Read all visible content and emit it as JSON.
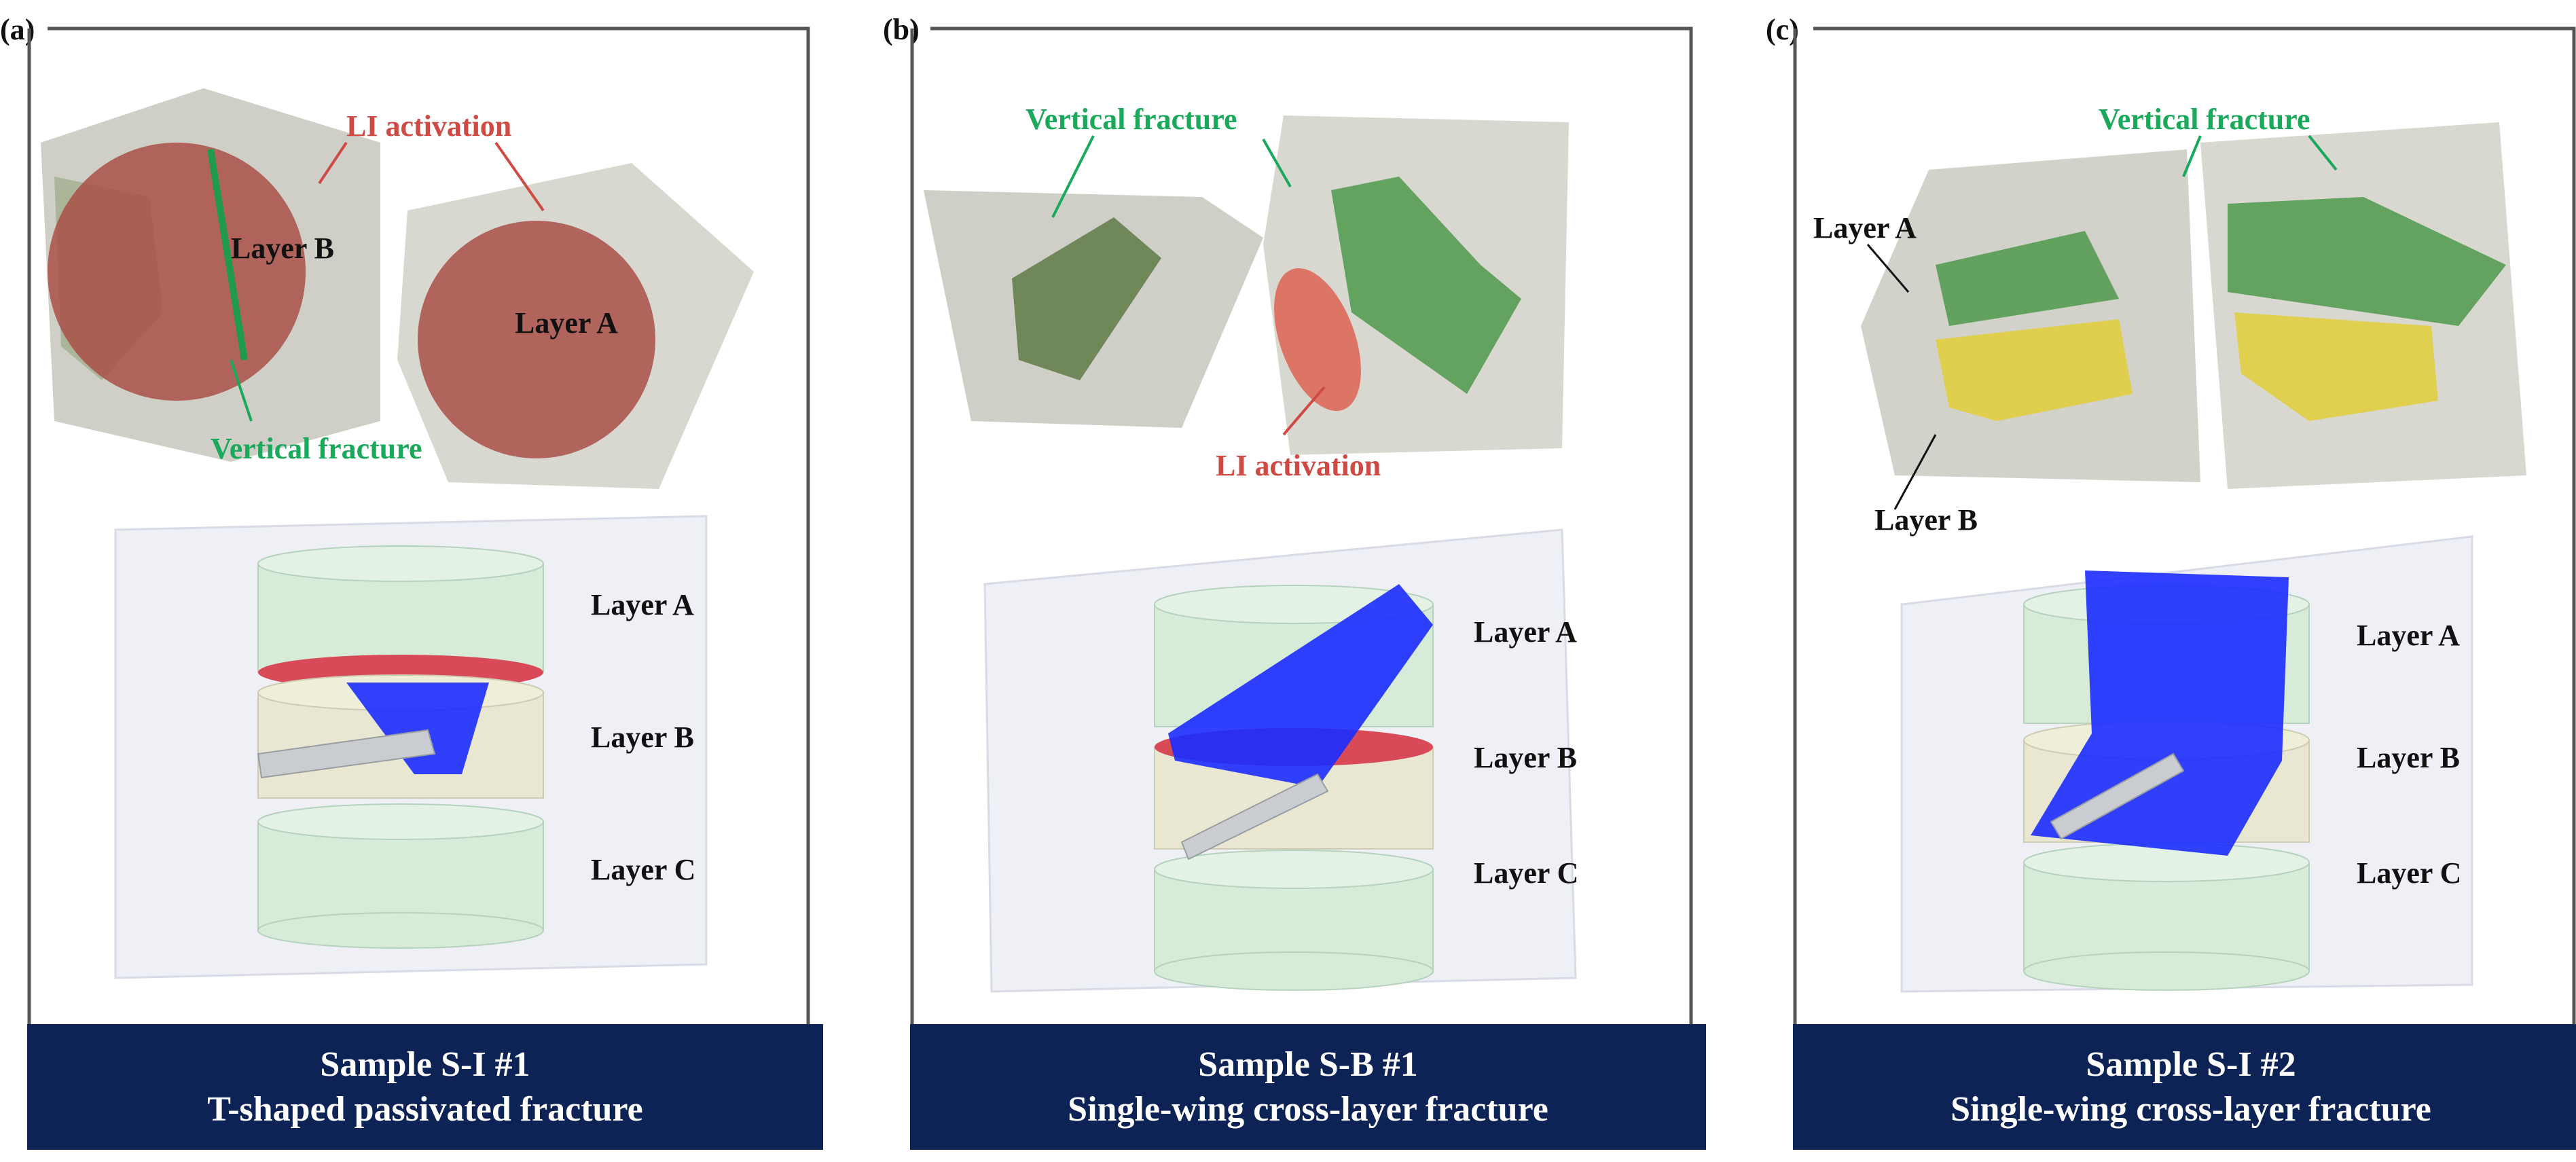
{
  "panels": [
    {
      "label": "(a)",
      "photo_labels": {
        "li_activation": "LI activation",
        "layer_b": "Layer B",
        "layer_a": "Layer A",
        "vertical_fracture": "Vertical fracture"
      },
      "model_labels": [
        "Layer A",
        "Layer B",
        "Layer C"
      ],
      "caption": {
        "line1": "Sample S-I #1",
        "line2": "T-shaped passivated fracture"
      }
    },
    {
      "label": "(b)",
      "photo_labels": {
        "vertical_fracture": "Vertical fracture",
        "li_activation": "LI activation"
      },
      "model_labels": [
        "Layer A",
        "Layer B",
        "Layer C"
      ],
      "caption": {
        "line1": "Sample S-B #1",
        "line2": "Single-wing cross-layer fracture"
      }
    },
    {
      "label": "(c)",
      "photo_labels": {
        "vertical_fracture": "Vertical fracture",
        "layer_a": "Layer A",
        "layer_b": "Layer B"
      },
      "model_labels": [
        "Layer A",
        "Layer B",
        "Layer C"
      ],
      "caption": {
        "line1": "Sample S-I #2",
        "line2": "Single-wing cross-layer fracture"
      }
    }
  ],
  "colors": {
    "caption_bg": "#0d2356",
    "li_activation": "#d04a44",
    "vertical_fracture": "#1aa85a",
    "fracture_plane": "#1b2cff",
    "layer_cylinder": "#cfe9d6",
    "layer_b_cylinder": "#e8e6cf"
  }
}
